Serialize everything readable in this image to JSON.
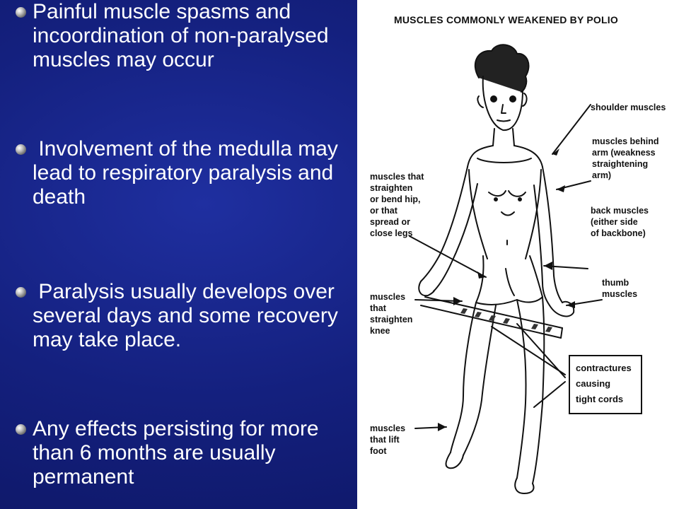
{
  "bullets": [
    {
      "text": "Painful muscle spasms and incoordination of non-paralysed muscles may occur"
    },
    {
      "text": " Involvement of the medulla may lead to respiratory paralysis and death"
    },
    {
      "text": " Paralysis usually develops over several days and some recovery may take place."
    },
    {
      "text": "Any effects persisting for more than 6 months are usually permanent"
    }
  ],
  "figure": {
    "title": "MUSCLES COMMONLY WEAKENED BY POLIO",
    "labels": {
      "shoulder": "shoulder muscles",
      "behind_arm": "muscles behind\narm (weakness\nstraightening\narm)",
      "back": "back muscles\n(either side\nof backbone)",
      "thumb": "thumb\nmuscles",
      "hip": "muscles that\nstraighten\nor bend hip,\nor that\nspread or\nclose legs",
      "knee": "muscles\nthat\nstraighten\nknee",
      "foot": "muscles\nthat lift\nfoot",
      "contractures": "contractures\ncausing\ntight cords"
    }
  },
  "colors": {
    "background": "#14207e",
    "text": "#ffffff",
    "figure_bg": "#ffffff"
  }
}
